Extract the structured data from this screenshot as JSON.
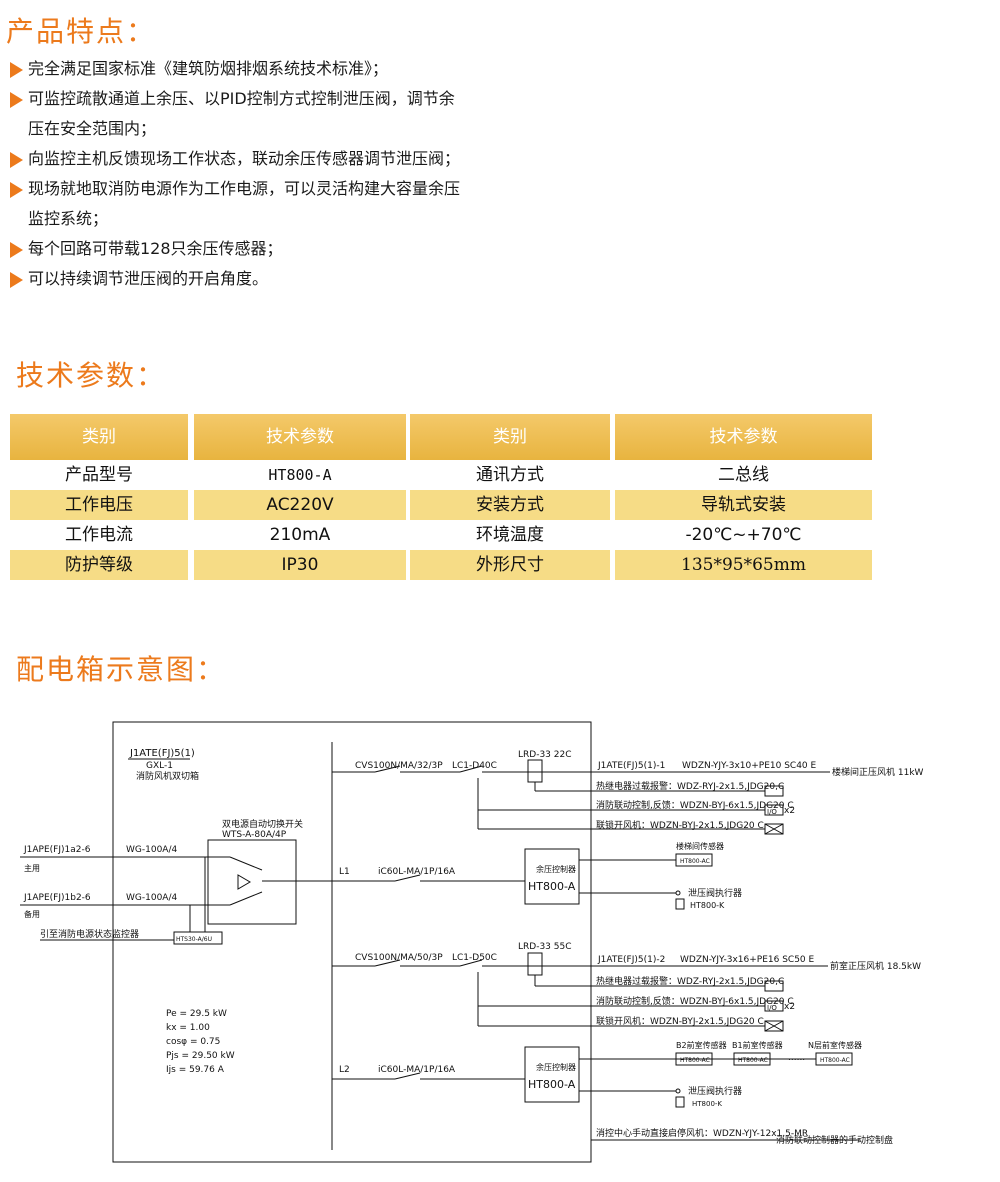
{
  "features": {
    "title": "产品特点：",
    "items": [
      {
        "lines": [
          "完全满足国家标准《建筑防烟排烟系统技术标准》；"
        ]
      },
      {
        "lines": [
          "可监控疏散通道上余压、以PID控制方式控制泄压阀，调节余",
          "压在安全范围内；"
        ]
      },
      {
        "lines": [
          "向监控主机反馈现场工作状态，联动余压传感器调节泄压阀；"
        ]
      },
      {
        "lines": [
          "现场就地取消防电源作为工作电源，可以灵活构建大容量余压",
          "监控系统；"
        ]
      },
      {
        "lines": [
          "每个回路可带载128只余压传感器；"
        ]
      },
      {
        "lines": [
          "可以持续调节泄压阀的开启角度。"
        ]
      }
    ]
  },
  "specs": {
    "title": "技术参数：",
    "headers": [
      "类别",
      "技术参数",
      "类别",
      "技术参数"
    ],
    "rows": [
      [
        "产品型号",
        "HT800-A",
        "通讯方式",
        "二总线"
      ],
      [
        "工作电压",
        "AC220V",
        "安装方式",
        "导轨式安装"
      ],
      [
        "工作电流",
        "210mA",
        "环境温度",
        "-20℃~+70℃"
      ],
      [
        "防护等级",
        "IP30",
        "外形尺寸",
        "135*95*65mm"
      ]
    ]
  },
  "diagram": {
    "title": "配电箱示意图：",
    "box_label1": "J1ATE(FJ)5(1)",
    "box_label2": "GXL-1",
    "box_label3": "消防风机双切箱",
    "switch_label1": "双电源自动切换开关",
    "switch_label2": "WTS-A-80A/4P",
    "in1_name": "J1APE(FJ)1a2-6",
    "in1_sub": "主用",
    "in2_name": "J1APE(FJ)1b2-6",
    "in2_sub": "备用",
    "wg1": "WG-100A/4",
    "wg2": "WG-100A/4",
    "monitor_label": "引至消防电源状态监控器",
    "hts": "HTS30-A/6U",
    "params": [
      "Pe = 29.5 kW",
      "kx = 1.00",
      "cosφ = 0.75",
      "Pjs = 29.50 kW",
      "Ijs = 59.76 A"
    ],
    "top": {
      "cvs": "CVS100N/MA/32/3P",
      "lc": "LC1-D40C",
      "lrd": "LRD-33 22C",
      "feed": "J1ATE(FJ)5(1)-1",
      "cable": "WDZN-YJY-3x10+PE10 SC40 E",
      "load": "楼梯间正压风机 11kW",
      "w1": "热继电器过载报警：WDZ-RYJ-2x1.5,JDG20,C",
      "w2": "消防联动控制,反馈：WDZN-BYJ-6x1.5,JDG20 C",
      "w3": "联锁开风机：WDZN-BYJ-2x1.5,JDG20 C"
    },
    "l1": "L1",
    "ic1": "iC60L-MA/1P/16A",
    "ctrl1_a": "余压控制器",
    "ctrl1_b": "HT800-A",
    "sensor1": "楼梯间传感器",
    "sensor1_box": "HT800-AC",
    "valve1": "泄压阀执行器",
    "valve1_model": "HT800-K",
    "mid": {
      "cvs": "CVS100N/MA/50/3P",
      "lc": "LC1-D50C",
      "lrd": "LRD-33 55C",
      "feed": "J1ATE(FJ)5(1)-2",
      "cable": "WDZN-YJY-3x16+PE16 SC50 E",
      "load": "前室正压风机 18.5kW",
      "w1": "热继电器过载报警：WDZ-RYJ-2x1.5,JDG20,C",
      "w2": "消防联动控制,反馈：WDZN-BYJ-6x1.5,JDG20 C",
      "w3": "联锁开风机：WDZN-BYJ-2x1.5,JDG20 C"
    },
    "io": "I/O",
    "x2": "x2",
    "l2": "L2",
    "ic2": "iC60L-MA/1P/16A",
    "ctrl2_a": "余压控制器",
    "ctrl2_b": "HT800-A",
    "s_b2": "B2前室传感器",
    "s_b1": "B1前室传感器",
    "s_n": "N层前室传感器",
    "s_box": "HT800-AC",
    "dots": "......",
    "valve2": "泄压阀执行器",
    "valve2_model": "HT800-K",
    "bottom_line": "消控中心手动直接启停风机：WDZN-YJY-12x1.5-MR",
    "bottom_right": "消防联动控制器的手动控制盘"
  }
}
